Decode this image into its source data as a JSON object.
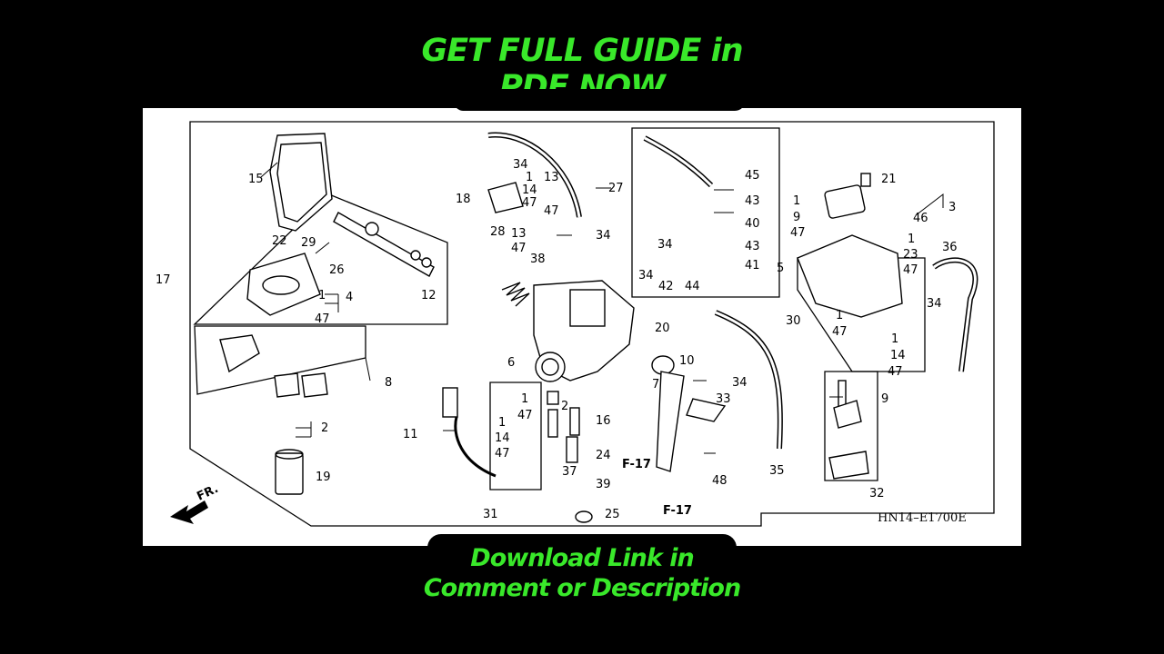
{
  "promo": {
    "top_line1": "GET FULL GUIDE in",
    "top_line2": "PDF NOW",
    "bottom_line1": "Download Link in",
    "bottom_line2": "Comment or Description",
    "accent_color": "#39e82a"
  },
  "diagram": {
    "code": "HN14–E1700E",
    "front_marker": "FR.",
    "front_icon": "arrow-left-down-icon",
    "ref_labels": [
      "F-17",
      "F-17"
    ],
    "callouts": [
      "15",
      "22",
      "29",
      "26",
      "4",
      "1",
      "47",
      "17",
      "12",
      "18",
      "34",
      "1",
      "14",
      "47",
      "13",
      "47",
      "28",
      "13",
      "47",
      "38",
      "27",
      "34",
      "45",
      "43",
      "40",
      "34",
      "43",
      "41",
      "34",
      "42",
      "44",
      "21",
      "3",
      "46",
      "1",
      "9",
      "47",
      "1",
      "23",
      "47",
      "5",
      "36",
      "34",
      "30",
      "1",
      "47",
      "1",
      "14",
      "47",
      "8",
      "2",
      "19",
      "11",
      "6",
      "1",
      "47",
      "1",
      "14",
      "47",
      "2",
      "16",
      "24",
      "37",
      "39",
      "31",
      "25",
      "20",
      "10",
      "7",
      "33",
      "34",
      "35",
      "48",
      "9",
      "32"
    ]
  }
}
